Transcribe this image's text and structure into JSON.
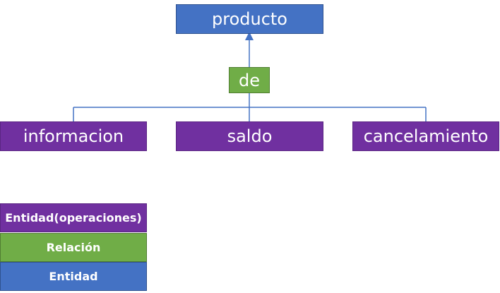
{
  "diagram": {
    "parent": {
      "label": "producto",
      "color": "#4472c4"
    },
    "relation": {
      "label": "de",
      "color": "#70ad47"
    },
    "children": [
      {
        "label": "informacion",
        "color": "#7030a0"
      },
      {
        "label": "saldo",
        "color": "#7030a0"
      },
      {
        "label": "cancelamiento",
        "color": "#7030a0"
      }
    ],
    "connector_color": "#4472c4"
  },
  "legend": [
    {
      "label": "Entidad(operaciones)",
      "color": "#7030a0"
    },
    {
      "label": "Relación",
      "color": "#70ad47"
    },
    {
      "label": "Entidad",
      "color": "#4472c4"
    }
  ]
}
